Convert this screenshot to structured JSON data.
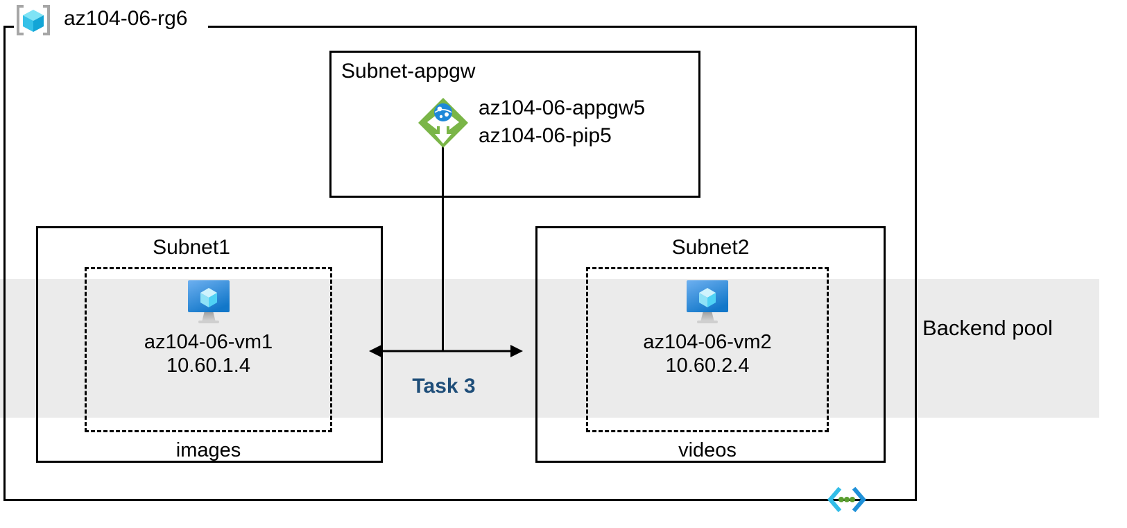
{
  "diagram": {
    "title": "az104-06-rg6",
    "resource_group": {
      "name": "az104-06-rg6",
      "icon": "resource-group-cube-icon"
    },
    "backend_pool": {
      "label": "Backend pool",
      "band_color": "#EBEBEB"
    },
    "subnets": [
      {
        "id": "subnet-appgw",
        "title": "Subnet-appgw",
        "resources": [
          {
            "icon": "application-gateway-icon",
            "icon_color": "#7AB547",
            "lines": [
              "az104-06-appgw5",
              "az104-06-pip5"
            ]
          }
        ]
      },
      {
        "id": "subnet1",
        "title": "Subnet1",
        "vm": {
          "icon": "virtual-machine-icon",
          "name": "az104-06-vm1",
          "ip": "10.60.1.4"
        },
        "storage": "images"
      },
      {
        "id": "subnet2",
        "title": "Subnet2",
        "vm": {
          "icon": "virtual-machine-icon",
          "name": "az104-06-vm2",
          "ip": "10.60.2.4"
        },
        "storage": "videos"
      }
    ],
    "annotations": [
      {
        "id": "task-3",
        "label": "Task 3",
        "color": "#1F4E79"
      }
    ],
    "footer_icon": "code-brackets-icon"
  }
}
